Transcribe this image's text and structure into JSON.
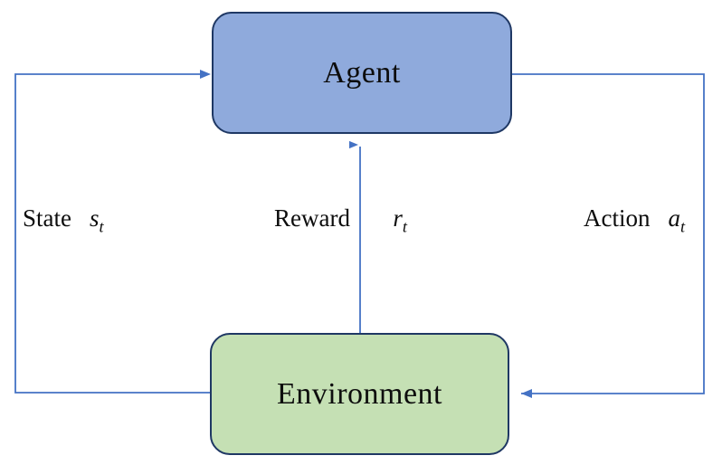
{
  "diagram": {
    "type": "reinforcement-learning-loop",
    "nodes": {
      "agent": {
        "label": "Agent",
        "fill": "#8FAADC",
        "border": "#1F3864"
      },
      "environment": {
        "label": "Environment",
        "fill": "#C5E0B4",
        "border": "#1F3864"
      }
    },
    "edges": {
      "state": {
        "word": "State",
        "symbol": "s",
        "subscript": "t",
        "from": "environment",
        "to": "agent"
      },
      "reward": {
        "word": "Reward",
        "symbol": "r",
        "subscript": "t",
        "from": "environment",
        "to": "agent"
      },
      "action": {
        "word": "Action",
        "symbol": "a",
        "subscript": "t",
        "from": "agent",
        "to": "environment"
      }
    },
    "arrow_color": "#4472C4"
  }
}
